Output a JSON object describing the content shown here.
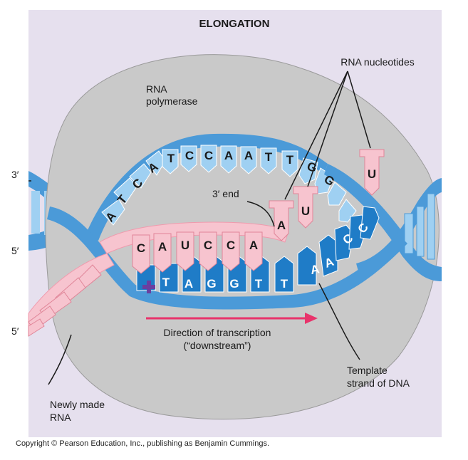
{
  "title": "ELONGATION",
  "labels": {
    "rna_polymerase_line1": "RNA",
    "rna_polymerase_line2": "polymerase",
    "rna_nucleotides": "RNA nucleotides",
    "three_prime_end": "3′ end",
    "direction_line1": "Direction of transcription",
    "direction_line2": "(“downstream”)",
    "template_line1": "Template",
    "template_line2": "strand of DNA",
    "newly_made_line1": "Newly made",
    "newly_made_line2": "RNA",
    "end_3_top": "3′",
    "end_5_mid": "5′",
    "end_5_low": "5′"
  },
  "strands": {
    "top_strand_bases": [
      "A",
      "T",
      "C",
      "A",
      "T",
      "C",
      "C",
      "A",
      "A",
      "T",
      "T",
      "G",
      "G"
    ],
    "rna_bases": [
      "C",
      "A",
      "U",
      "C",
      "C",
      "A"
    ],
    "template_bases": [
      "T",
      "A",
      "G",
      "G",
      "T",
      "T"
    ],
    "incoming_nucleotides": [
      "A",
      "U",
      "U"
    ],
    "right_template_bases": [
      "A",
      "A",
      "C",
      "C"
    ]
  },
  "copyright": "Copyright © Pearson Education, Inc., publishing as Benjamin Cummings.",
  "colors": {
    "background": "#e6e0ee",
    "polymerase": "#c9c9c9",
    "dna_blue": "#4b9ad8",
    "dna_light": "#9fd0f2",
    "dna_dark": "#1f7cc7",
    "rna_pink": "#f7c4cf",
    "rna_pink_dark": "#f09aad",
    "arrow": "#e8336b",
    "plus": "#6a3fa0"
  }
}
